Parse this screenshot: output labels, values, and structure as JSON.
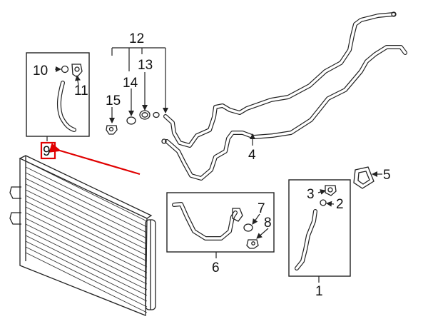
{
  "colors": {
    "line": "#222222",
    "highlight": "#e00000",
    "background": "#ffffff"
  },
  "callouts": {
    "c1": "1",
    "c2": "2",
    "c3": "3",
    "c4": "4",
    "c5": "5",
    "c6": "6",
    "c7": "7",
    "c8": "8",
    "c9": "9",
    "c10": "10",
    "c11": "11",
    "c12": "12",
    "c13": "13",
    "c14": "14",
    "c15": "15"
  },
  "highlighted_callout": "9"
}
